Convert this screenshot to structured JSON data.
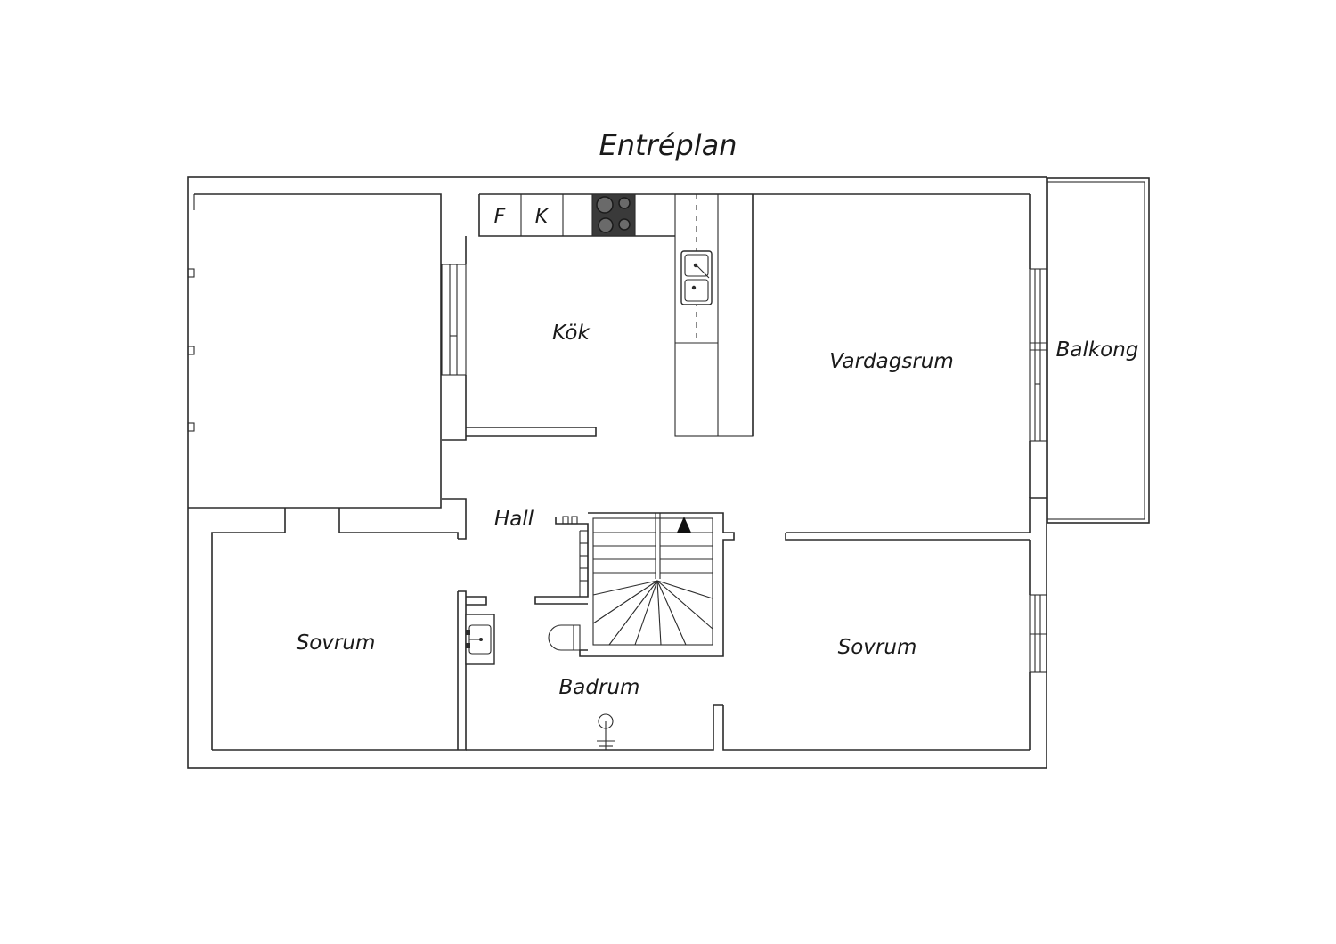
{
  "title": "Entréplan",
  "rooms": {
    "kitchen": "Kök",
    "living_room": "Vardagsrum",
    "balcony": "Balkong",
    "hall": "Hall",
    "bedroom_left": "Sovrum",
    "bedroom_right": "Sovrum",
    "bathroom": "Badrum"
  },
  "appliances": {
    "fridge": "F",
    "freezer": "K"
  },
  "icons": {
    "stove": "stove-icon",
    "sink": "kitchen-sink-icon",
    "stairs": "staircase-icon",
    "wash_basin": "wash-basin-icon",
    "shower": "shower-icon"
  },
  "colors": {
    "line": "#2b2b2b",
    "stove": "#3a3a3a",
    "background": "#ffffff"
  }
}
